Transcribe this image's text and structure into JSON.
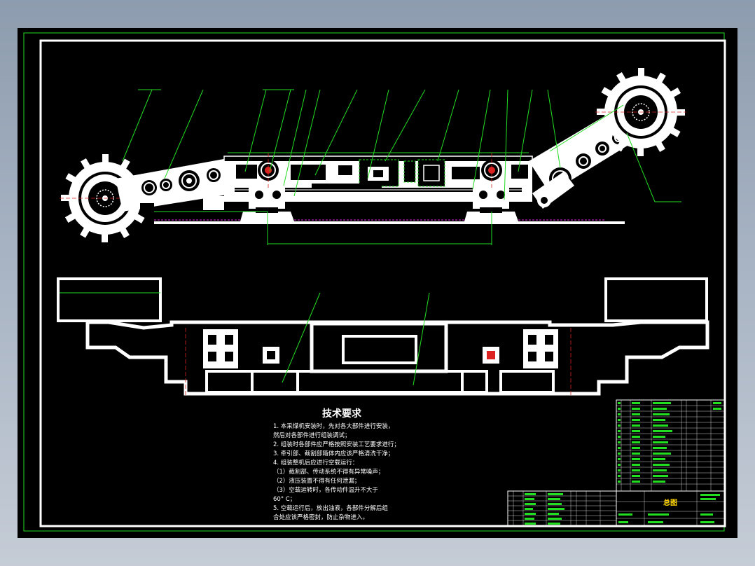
{
  "drawing": {
    "background": "#000000",
    "frame_outer_color": "#22dd22",
    "frame_inner_color": "#ffffff",
    "line_color": "#22dd22",
    "centerline_color": "#dd2222"
  },
  "tech_requirements": {
    "title": "技术要求",
    "items": [
      "1. 本采煤机安装时，先对各大部件进行安装，",
      "   然后对各部件进行组装调试；",
      "2. 组装时各部件应严格按照安装工艺要求进行；",
      "3. 牵引部、截割部箱体内应该严格清洗干净；",
      "4. 组装整机后应进行空载运行：",
      "  （1）截割部、传动系统不得有异常噪声；",
      "  （2）液压装置不得有任何泄漏；",
      "  （3）空载运转时，各传动件温升不大于",
      "       60° C；",
      "5. 空载运行后，放出油液，各部件分解后组",
      "   合处应该严格密封，防止杂物进入。"
    ]
  },
  "title_block": {
    "name": "总图"
  }
}
